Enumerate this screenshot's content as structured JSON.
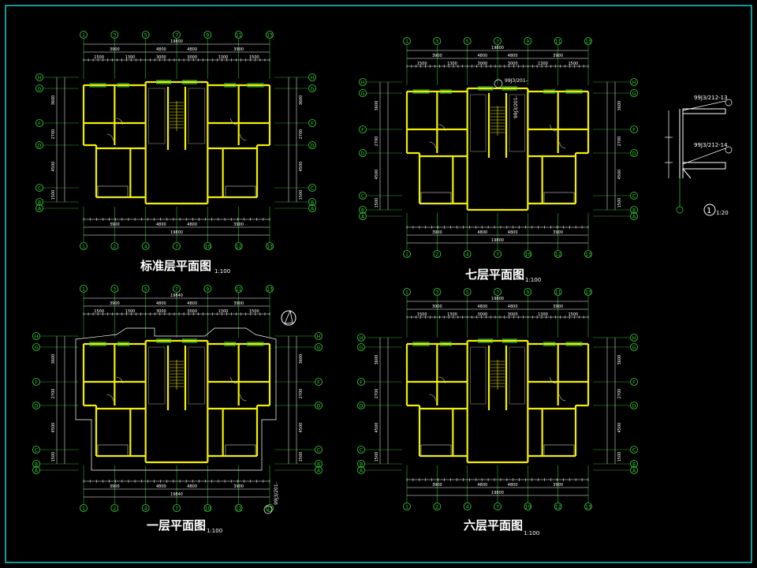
{
  "colors": {
    "background": "#000000",
    "border": "#1ec8c8",
    "wall": "#f2f000",
    "window": "#39d84a",
    "dimension": "#ffffff",
    "axis": "#3ad63a",
    "room_line": "#cfcfcf"
  },
  "plans": [
    {
      "id": "standard",
      "title": "标准层平面图",
      "scale": "1:100",
      "top_axes": [
        "1",
        "3",
        "5",
        "7",
        "9",
        "11",
        "13"
      ],
      "bottom_axes": [
        "1",
        "2",
        "4",
        "7",
        "10",
        "12",
        "13"
      ],
      "left_axes": [
        "H",
        "G",
        "F",
        "D",
        "C",
        "B",
        "A"
      ],
      "total_dim": "19800",
      "dims_outer": [
        "3900",
        "4800",
        "4800",
        "3900"
      ],
      "dims_inner": [
        "1500",
        "1300",
        "3000",
        "3000",
        "1300",
        "1500"
      ],
      "side_dims": [
        "3600",
        "2700",
        "4500",
        "1500"
      ]
    },
    {
      "id": "seventh",
      "title": "七层平面图",
      "scale": "1:100",
      "top_axes": [
        "1",
        "3",
        "5",
        "7",
        "9",
        "11",
        "13"
      ],
      "bottom_axes": [
        "1",
        "2",
        "4",
        "7",
        "10",
        "12",
        "13"
      ],
      "left_axes": [
        "H",
        "G",
        "F",
        "D",
        "C",
        "B",
        "A"
      ],
      "total_dim": "19800",
      "dims_outer": [
        "3900",
        "4800",
        "4800",
        "3900"
      ],
      "dims_inner": [
        "1500",
        "1300",
        "3000",
        "3000",
        "1300",
        "1500"
      ],
      "side_dims": [
        "3600",
        "2700",
        "4500",
        "1500"
      ],
      "callouts": [
        "99J3/201-",
        "99J3/201-"
      ]
    },
    {
      "id": "first",
      "title": "一层平面图",
      "scale": "1:100",
      "top_axes": [
        "1",
        "3",
        "5",
        "7",
        "9",
        "11",
        "13"
      ],
      "bottom_axes": [
        "1",
        "2",
        "4",
        "7",
        "10",
        "12",
        "13"
      ],
      "left_axes": [
        "H",
        "G",
        "F",
        "D",
        "C",
        "B",
        "A"
      ],
      "total_dim": "19840",
      "dims_outer": [
        "3900",
        "4800",
        "4800",
        "3900"
      ],
      "dims_inner": [
        "1500",
        "1300",
        "3000",
        "3000",
        "1300",
        "1500"
      ],
      "side_dims": [
        "3600",
        "2700",
        "4500",
        "1500"
      ],
      "callouts": [
        "99J3/201-"
      ]
    },
    {
      "id": "sixth",
      "title": "六层平面图",
      "scale": "1:100",
      "top_axes": [
        "1",
        "3",
        "5",
        "7",
        "9",
        "11",
        "13"
      ],
      "bottom_axes": [
        "1",
        "2",
        "4",
        "7",
        "10",
        "12",
        "13"
      ],
      "left_axes": [
        "H",
        "G",
        "F",
        "D",
        "C",
        "B",
        "A"
      ],
      "total_dim": "19800",
      "dims_outer": [
        "3900",
        "4800",
        "4800",
        "3900"
      ],
      "dims_inner": [
        "1500",
        "1300",
        "3000",
        "3000",
        "1300",
        "1500"
      ],
      "side_dims": [
        "3600",
        "2700",
        "4500",
        "1500"
      ]
    }
  ],
  "detail": {
    "labels": [
      "99J3/212-13",
      "99J3/212-14"
    ],
    "bubble_number": "1",
    "scale": "1:20"
  }
}
